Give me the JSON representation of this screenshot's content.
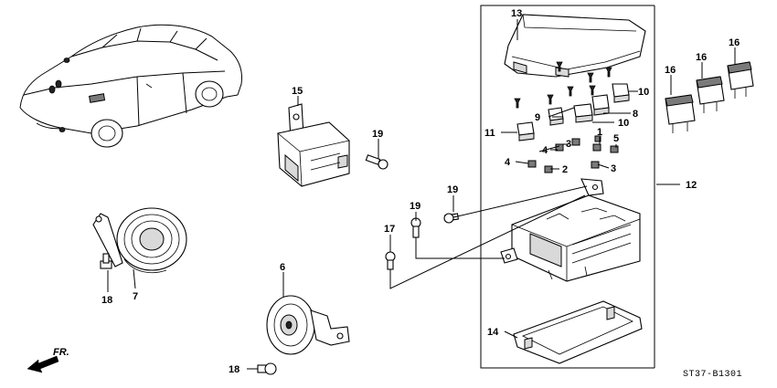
{
  "diagram": {
    "callouts": {
      "p13": "13",
      "p10a": "10",
      "p9": "9",
      "p8": "8",
      "p10b": "10",
      "p11": "11",
      "p1": "1",
      "p5": "5",
      "p3a": "3",
      "p4a": "4",
      "p3b": "3",
      "p4b": "4",
      "p2": "2",
      "p12": "12",
      "p16a": "16",
      "p16b": "16",
      "p16c": "16",
      "p15": "15",
      "p19a": "19",
      "p19b": "19",
      "p19c": "19",
      "p17": "17",
      "p14": "14",
      "p6": "6",
      "p7": "7",
      "p18a": "18",
      "p18b": "18"
    },
    "direction_label": "FR.",
    "diagram_code": "ST37-B1301"
  }
}
